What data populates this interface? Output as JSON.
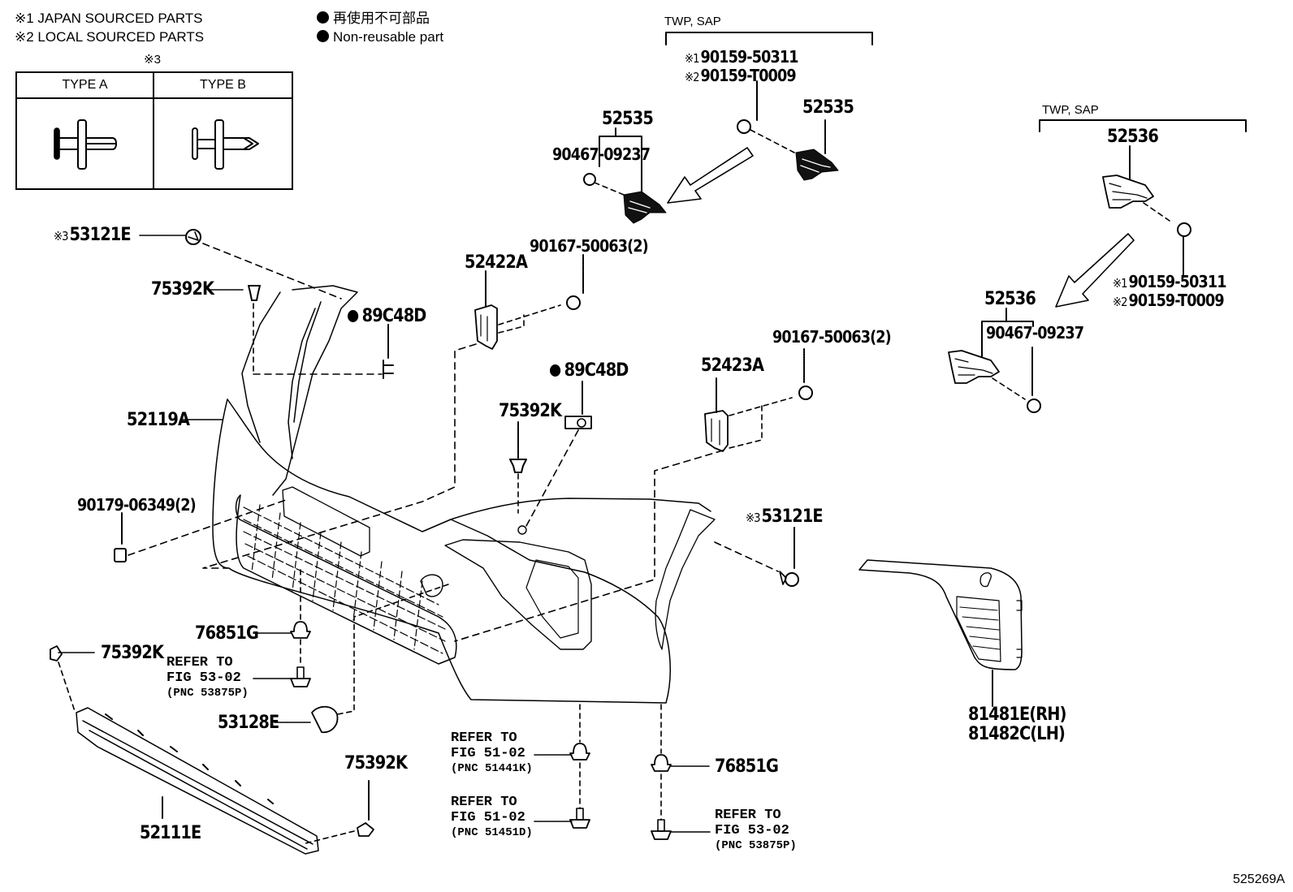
{
  "legend": {
    "note1": "※1 JAPAN SOURCED PARTS",
    "note2": "※2 LOCAL SOURCED PARTS",
    "nonreusable_jp": "再使用不可部品",
    "nonreusable_en": "Non-reusable part"
  },
  "clip_types": {
    "title": "※3",
    "type_a": "TYPE A",
    "type_b": "TYPE B"
  },
  "groups": {
    "left_twp_sap": "TWP, SAP",
    "right_twp_sap": "TWP, SAP"
  },
  "parts": {
    "p52535_left": "52535",
    "p52535_right": "52535",
    "p90467_left": "90467-09237",
    "p90159_left_1_mark": "※1",
    "p90159_left_1": "90159-50311",
    "p90159_left_2_mark": "※2",
    "p90159_left_2": "90159-T0009",
    "p52536_top": "52536",
    "p52536_bottom": "52536",
    "p90467_right": "90467-09237",
    "p90159_right_1_mark": "※1",
    "p90159_right_1": "90159-50311",
    "p90159_right_2_mark": "※2",
    "p90159_right_2": "90159-T0009",
    "p53121E_left_mark": "※3",
    "p53121E_left": "53121E",
    "p75392K_top": "75392K",
    "p89C48D_left": "89C48D",
    "p52119A": "52119A",
    "p52422A": "52422A",
    "p90167_left": "90167-50063(2)",
    "p89C48D_center": "89C48D",
    "p75392K_center": "75392K",
    "p52423A": "52423A",
    "p90167_right": "90167-50063(2)",
    "p90179": "90179-06349(2)",
    "p53121E_right_mark": "※3",
    "p53121E_right": "53121E",
    "p76851G_left": "76851G",
    "p75392K_left": "75392K",
    "p53128E": "53128E",
    "p75392K_bottom": "75392K",
    "p52111E": "52111E",
    "p76851G_right": "76851G",
    "p81481E": "81481E(RH)",
    "p81482C": "81482C(LH)"
  },
  "references": {
    "ref_5302_left": {
      "line1": "REFER TO",
      "line2": "FIG 53-02",
      "line3": "(PNC 53875P)"
    },
    "ref_5102_a": {
      "line1": "REFER TO",
      "line2": "FIG 51-02",
      "line3": "(PNC 51441K)"
    },
    "ref_5102_b": {
      "line1": "REFER TO",
      "line2": "FIG 51-02",
      "line3": "(PNC 51451D)"
    },
    "ref_5302_right": {
      "line1": "REFER TO",
      "line2": "FIG 53-02",
      "line3": "(PNC 53875P)"
    }
  },
  "figure_number": "525269A"
}
